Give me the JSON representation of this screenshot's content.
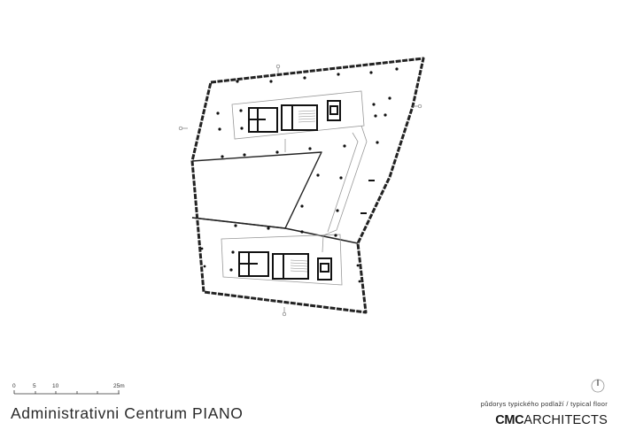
{
  "title": "Administrativni Centrum PIANO",
  "subtitle": "půdorys typického podlaží / typical floor",
  "brand": {
    "bold": "CMC",
    "light": "ARCHITECTS"
  },
  "scale_bar": {
    "labels": [
      "0",
      "5",
      "10",
      "25m"
    ],
    "unit": "m"
  },
  "north_arrow": "north-arrow-icon",
  "colors": {
    "background": "#ffffff",
    "wall": "#222222",
    "thin_line": "#888888",
    "text": "#2a2a2a"
  }
}
